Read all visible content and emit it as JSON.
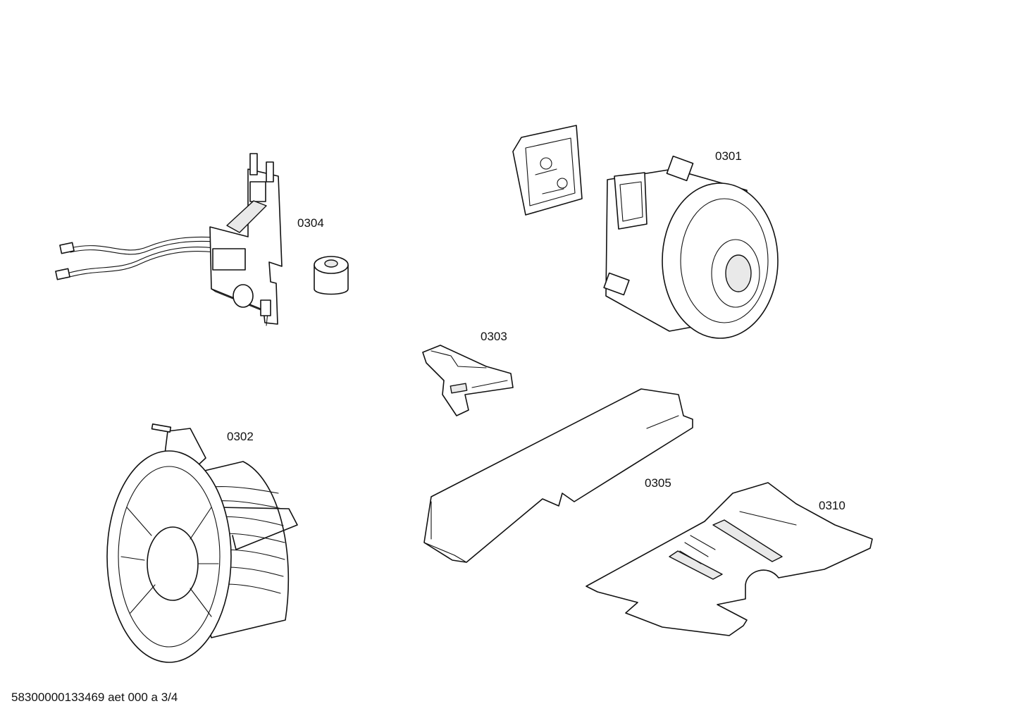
{
  "parts": [
    {
      "id": "0301",
      "label": "0301"
    },
    {
      "id": "0302",
      "label": "0302"
    },
    {
      "id": "0303",
      "label": "0303"
    },
    {
      "id": "0304",
      "label": "0304"
    },
    {
      "id": "0305",
      "label": "0305"
    },
    {
      "id": "0310",
      "label": "0310"
    }
  ],
  "footer": {
    "code": "58300000133469 aet 000 a 3/4"
  }
}
